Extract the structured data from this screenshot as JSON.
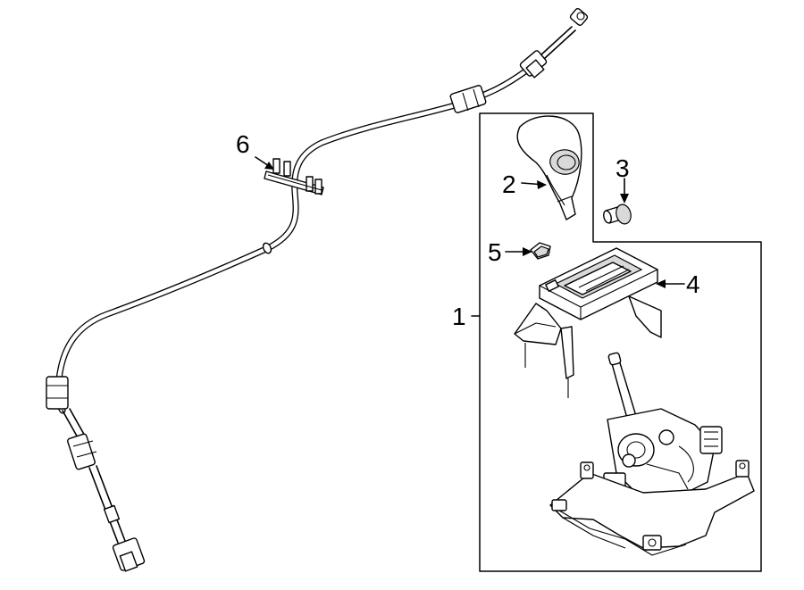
{
  "callouts": [
    {
      "id": "1",
      "text": "1"
    },
    {
      "id": "2",
      "text": "2"
    },
    {
      "id": "3",
      "text": "3"
    },
    {
      "id": "4",
      "text": "4"
    },
    {
      "id": "5",
      "text": "5"
    },
    {
      "id": "6",
      "text": "6"
    }
  ],
  "colors": {
    "line": "#000000",
    "background": "#ffffff",
    "shade": "#d9d9d9"
  }
}
